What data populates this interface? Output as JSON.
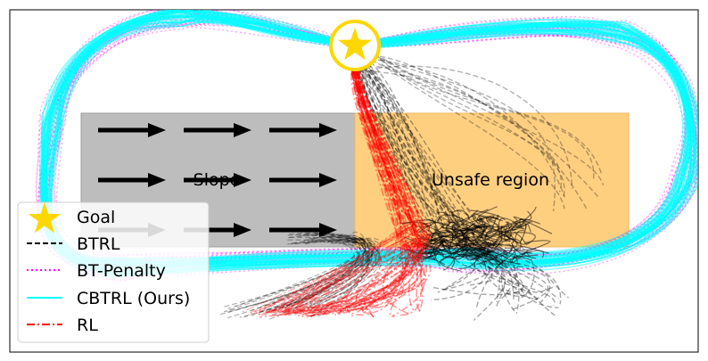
{
  "chart_data": {
    "type": "scatter",
    "title": "",
    "xlabel": "",
    "ylabel": "",
    "regions": [
      {
        "label": "Slope",
        "color": "#bdbdbd",
        "arrow_direction": "right"
      },
      {
        "label": "Unsafe region",
        "color": "#ffcf80"
      }
    ],
    "goal": {
      "label": "Goal",
      "marker": "star-icon",
      "color": "#ffd700"
    },
    "series": [
      {
        "name": "BTRL",
        "color": "#000000",
        "line_style": "dashed"
      },
      {
        "name": "BT-Penalty",
        "color": "#ff00ff",
        "line_style": "dotted"
      },
      {
        "name": "CBTRL (Ours)",
        "color": "#00ffff",
        "line_style": "solid"
      },
      {
        "name": "RL",
        "color": "#ff0000",
        "line_style": "dash-dot"
      }
    ],
    "legend": {
      "placement": "bottom-left",
      "entries": [
        "Goal",
        "BTRL",
        "BT-Penalty",
        "CBTRL (Ours)",
        "RL"
      ]
    },
    "grid": false
  }
}
